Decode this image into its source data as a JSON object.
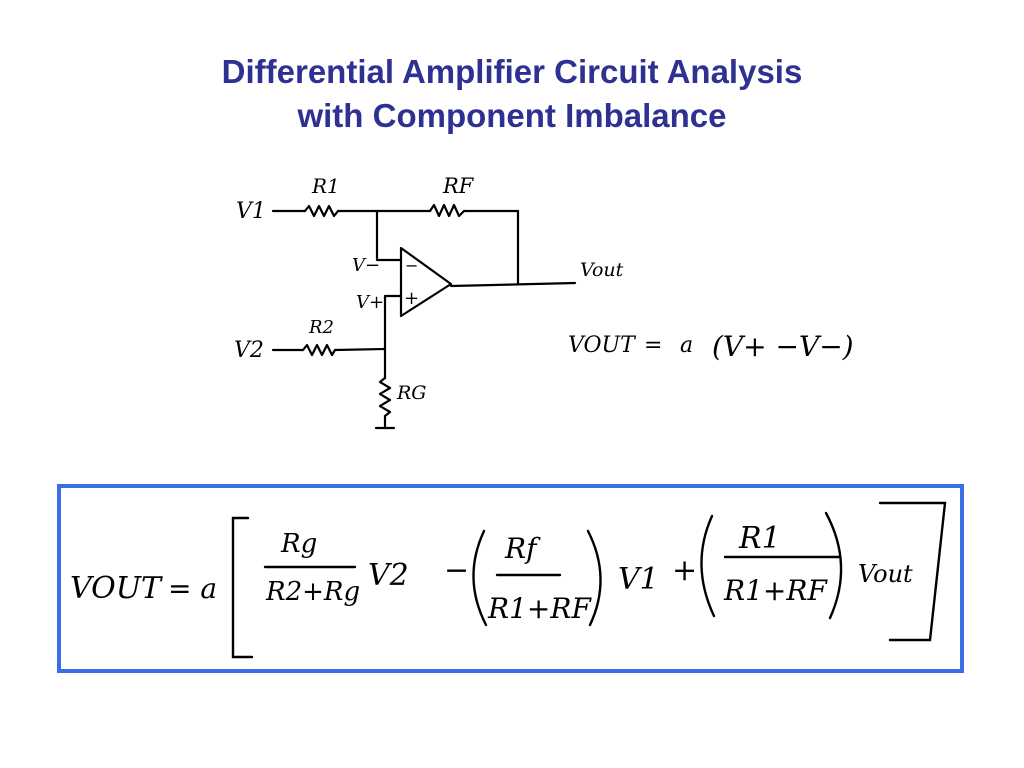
{
  "slide": {
    "title_line1": "Differential Amplifier Circuit Analysis",
    "title_line2": "with Component Imbalance"
  },
  "circuit": {
    "v1": "V1",
    "v2": "V2",
    "r1": "R1",
    "rf": "RF",
    "r2": "R2",
    "rg": "RG",
    "vminus": "V−",
    "vplus": "V+",
    "opamp_minus": "−",
    "opamp_plus": "+",
    "vout": "Vout"
  },
  "equation1": {
    "lhs": "VOUT",
    "eq": "=",
    "a": "a",
    "body": "(V+ −V−)"
  },
  "equation2": {
    "lhs": "VOUT",
    "eq": "= a",
    "t1_num": "Rg",
    "t1_den": "R2+Rg",
    "t1_var": "V2",
    "minus": "−",
    "t2_num": "Rf",
    "t2_den": "R1+RF",
    "t2_var": "V1",
    "plus": "+",
    "t3_num": "R1",
    "t3_den": "R1+RF",
    "t3_var": "Vout"
  },
  "colors": {
    "title": "#2e3192",
    "box_border": "#3a6ee8"
  }
}
